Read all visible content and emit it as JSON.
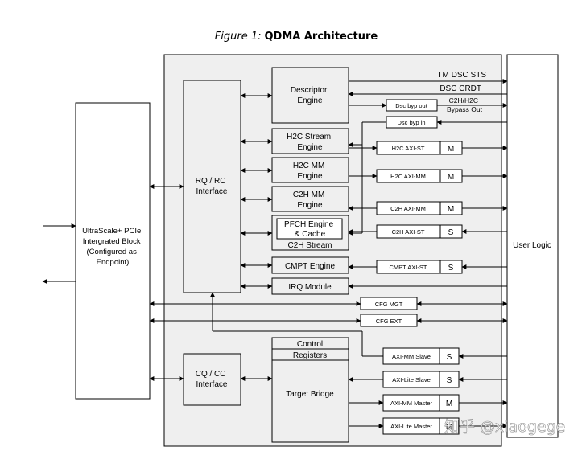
{
  "caption": {
    "prefix": "Figure 1:",
    "title": "QDMA Architecture"
  },
  "blocks": {
    "pcie": [
      "UltraScale+ PCIe",
      "Intergrated Block",
      "(Configured as",
      "Endpoint)"
    ],
    "rq_rc": [
      "RQ / RC",
      "Interface"
    ],
    "cq_cc": [
      "CQ / CC",
      "Interface"
    ],
    "descriptor_engine": [
      "Descriptor",
      "Engine"
    ],
    "h2c_stream_engine": [
      "H2C Stream",
      "Engine"
    ],
    "h2c_mm_engine": [
      "H2C MM",
      "Engine"
    ],
    "c2h_mm_engine": [
      "C2H MM",
      "Engine"
    ],
    "pfch_engine": [
      "PFCH Engine",
      "& Cache"
    ],
    "c2h_stream": "C2H Stream",
    "cmpt_engine": "CMPT Engine",
    "irq_module": "IRQ Module",
    "control_registers": [
      "Control",
      "Registers"
    ],
    "target_bridge": "Target Bridge",
    "user_logic": "User Logic"
  },
  "ports": {
    "dsc_byp_out": "Dsc byp out",
    "dsc_byp_in": "Dsc byp in",
    "h2c_axi_st": "H2C AXI-ST",
    "h2c_axi_mm": "H2C AXI-MM",
    "c2h_axi_mm": "C2H AXI-MM",
    "c2h_axi_st": "C2H AXI-ST",
    "cmpt_axi_st": "CMPT AXI-ST",
    "cfg_mgt": "CFG MGT",
    "cfg_ext": "CFG EXT",
    "axi_mm_slave": "AXI-MM Slave",
    "axi_lite_slave": "AXI-Lite Slave",
    "axi_mm_master": "AXI-MM Master",
    "axi_lite_master": "AXI-Lite Master"
  },
  "roles": {
    "master": "M",
    "slave": "S"
  },
  "signals": {
    "tm_dsc_sts": "TM DSC STS",
    "dsc_crdt": "DSC CRDT",
    "c2h_h2c_bypass_out": [
      "C2H/H2C",
      "Bypass Out"
    ]
  },
  "watermark": "知乎 @xiaogege"
}
